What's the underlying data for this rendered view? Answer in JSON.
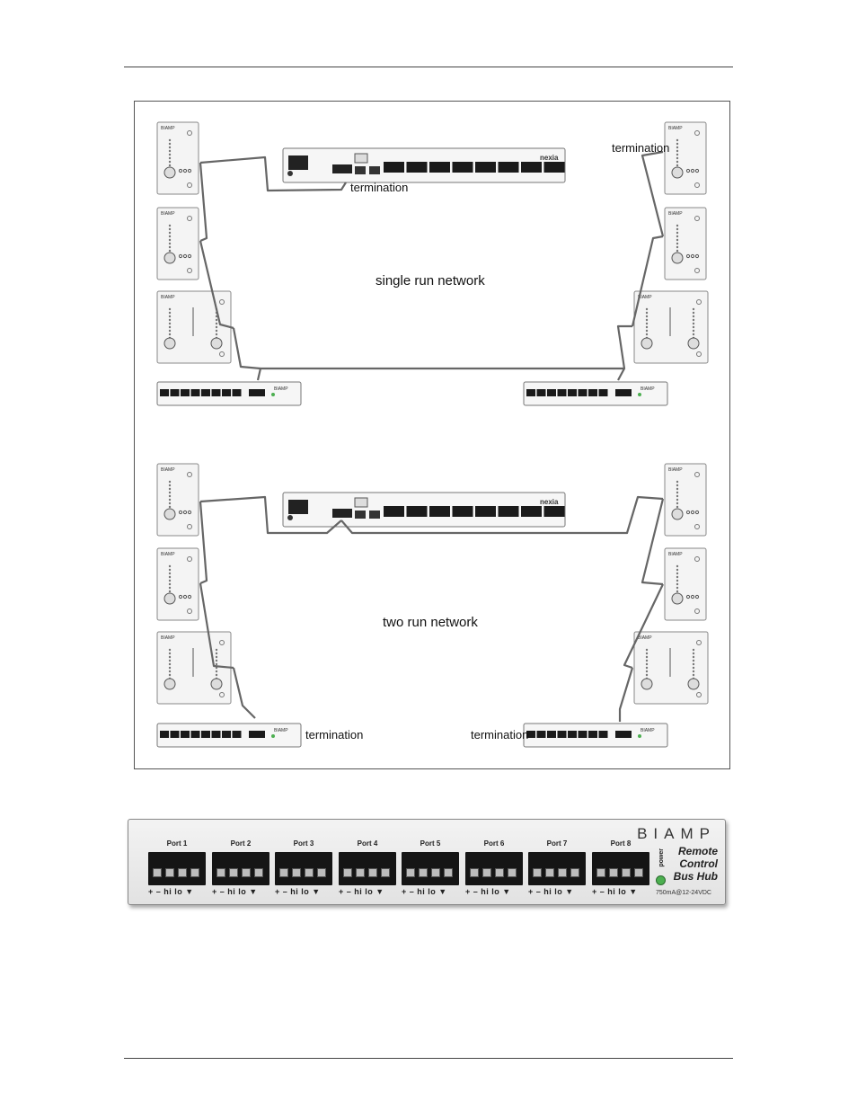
{
  "page": {
    "rule_color": "#444444"
  },
  "diagram": {
    "single_run": {
      "title": "single run network",
      "termination_labels": [
        "termination",
        "termination"
      ]
    },
    "two_run": {
      "title": "two run network",
      "termination_labels": [
        "termination",
        "termination"
      ]
    },
    "device_brand": "BIAMP",
    "dsp_brand": "nexia"
  },
  "hub": {
    "brand": "BIAMP",
    "title_lines": [
      "Remote",
      "Control",
      "Bus Hub"
    ],
    "power_label": "power",
    "spec": "750mA@12-24VDC",
    "ports": [
      {
        "label": "Port 1"
      },
      {
        "label": "Port 2"
      },
      {
        "label": "Port 3"
      },
      {
        "label": "Port 4"
      },
      {
        "label": "Port 5"
      },
      {
        "label": "Port 6"
      },
      {
        "label": "Port 7"
      },
      {
        "label": "Port 8"
      }
    ],
    "pin_legend": "+ – hi lo ▼",
    "led_color": "#4caf50"
  }
}
